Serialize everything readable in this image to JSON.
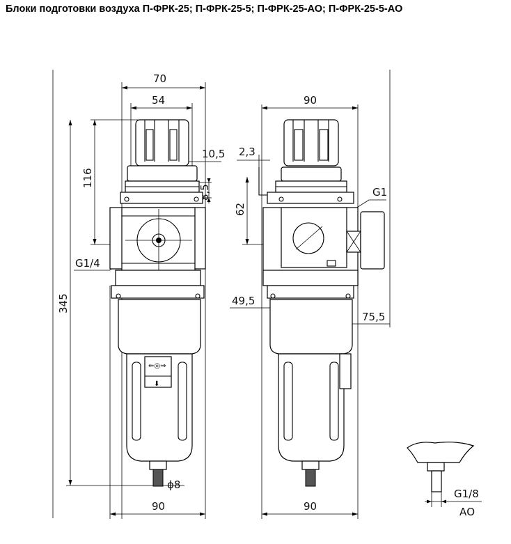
{
  "title": "Блоки подготовки воздуха П-ФРК-25; П-ФРК-25-5; П-ФРК-25-АО; П-ФРК-25-5-АО",
  "front_view": {
    "dim_70": "70",
    "dim_54": "54",
    "dim_116": "116",
    "dim_10_5": "10,5",
    "dim_8_5": "8,5",
    "dim_g14": "G1/4",
    "dim_345": "345",
    "dim_phi8": "ϕ8",
    "dim_90": "90"
  },
  "side_view": {
    "dim_90_top": "90",
    "dim_2_3": "2,3",
    "dim_62": "62",
    "dim_g1": "G1",
    "dim_49_5": "49,5",
    "dim_75_5": "75,5",
    "dim_90_bottom": "90"
  },
  "detail_view": {
    "dim_g18": "G1/8",
    "label_ao": "АО"
  }
}
